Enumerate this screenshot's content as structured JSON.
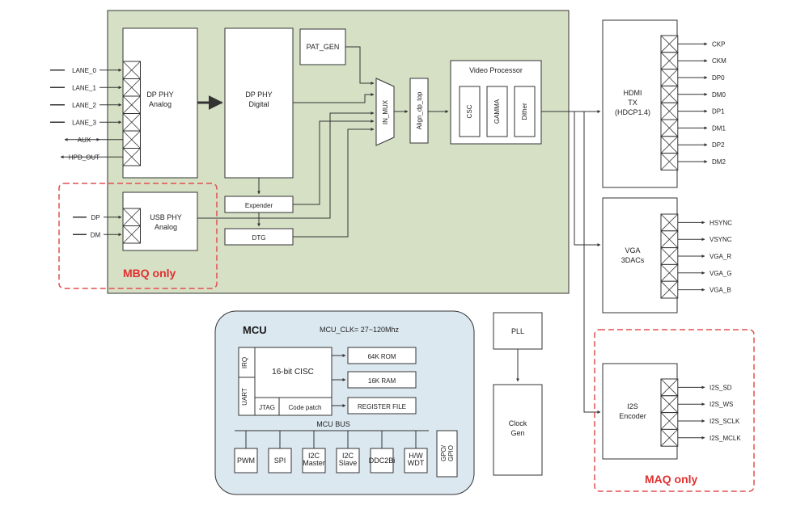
{
  "soc": {
    "dp_phy_analog": [
      "DP PHY",
      "Analog"
    ],
    "dp_phy_digital": [
      "DP PHY",
      "Digital"
    ],
    "pat_gen": "PAT_GEN",
    "in_mux": "IN_MUX",
    "align": "Align_dp_top",
    "video_processor": "Video Processor",
    "vp_blocks": [
      "CSC",
      "GAMMA",
      "Dither"
    ],
    "expender": "Expender",
    "dtg": "DTG",
    "usb_phy": [
      "USB PHY",
      "Analog"
    ],
    "dp_inputs": [
      "LANE_0",
      "LANE_1",
      "LANE_2",
      "LANE_3",
      "AUX",
      "HPD_OUT"
    ],
    "usb_inputs": [
      "DP",
      "DM"
    ],
    "mbq_label": "MBQ only"
  },
  "hdmi": {
    "title": [
      "HDMI",
      "TX",
      "(HDCP1.4)"
    ],
    "outputs": [
      "CKP",
      "CKM",
      "DP0",
      "DM0",
      "DP1",
      "DM1",
      "DP2",
      "DM2"
    ]
  },
  "vga": {
    "title": [
      "VGA",
      "3DACs"
    ],
    "outputs": [
      "HSYNC",
      "VSYNC",
      "VGA_R",
      "VGA_G",
      "VGA_B"
    ]
  },
  "i2s": {
    "title": [
      "I2S",
      "Encoder"
    ],
    "outputs": [
      "I2S_SD",
      "I2S_WS",
      "I2S_SCLK",
      "I2S_MCLK"
    ],
    "maq_label": "MAQ only"
  },
  "mcu": {
    "title": "MCU",
    "clk": "MCU_CLK= 27~120Mhz",
    "irq": "IRQ",
    "uart": "UART",
    "cisc": "16-bit CISC",
    "jtag": "JTAG",
    "code_patch": "Code patch",
    "rom": "64K ROM",
    "ram": "16K RAM",
    "regfile": "REGISTER FILE",
    "bus": "MCU BUS",
    "gpio": [
      "GPO/",
      "GPIO"
    ],
    "periph": [
      [
        "PWM"
      ],
      [
        "SPI"
      ],
      [
        "I2C",
        "Master"
      ],
      [
        "I2C",
        "Slave"
      ],
      [
        "DDC2Bi"
      ],
      [
        "H/W",
        "WDT"
      ]
    ]
  },
  "pll": "PLL",
  "clock_gen": [
    "Clock",
    "Gen"
  ],
  "colors": {
    "soc_fill": "#d6e0c5",
    "mcu_fill": "#dbe8f0",
    "dashed_red": "#e05050",
    "text_red": "#e03030"
  }
}
